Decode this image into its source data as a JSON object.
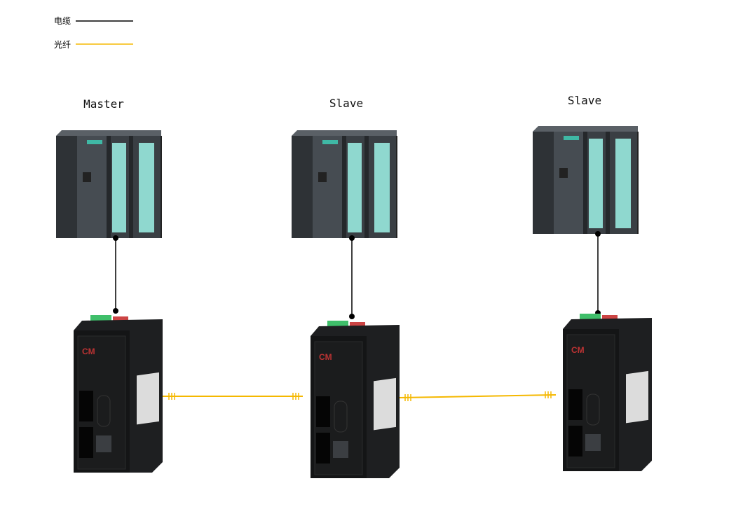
{
  "legend": [
    {
      "label": "电缆",
      "color": "#000000"
    },
    {
      "label": "光纤",
      "color": "#f5b800"
    }
  ],
  "nodes": [
    {
      "label": "Master"
    },
    {
      "label": "Slave"
    },
    {
      "label": "Slave"
    }
  ],
  "converter_brand": "CM",
  "colors": {
    "cable": "#000000",
    "fiber": "#f5b800",
    "plc_body": "#3a3f44",
    "io_module": "#7fd3c8",
    "terminal": "#3fbf6a"
  }
}
